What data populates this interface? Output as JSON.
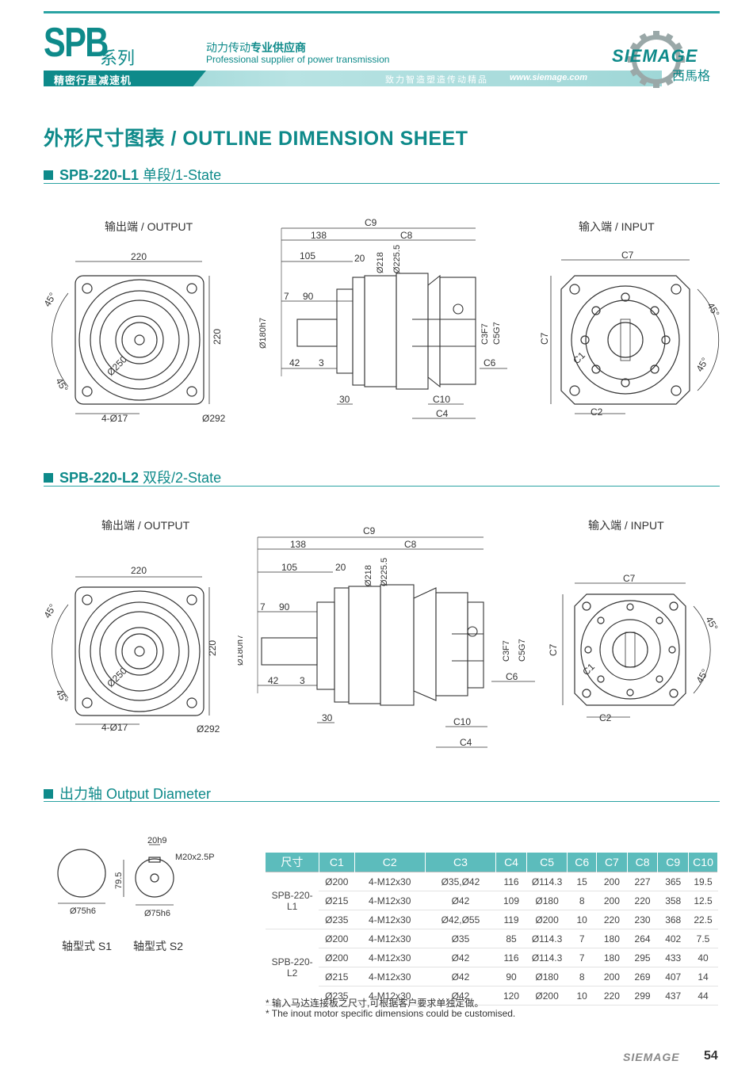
{
  "header": {
    "series_code": "SPB",
    "series_word": "系列",
    "subtitle": "精密行星减速机",
    "tagline_cn_a": "动力传动",
    "tagline_cn_b": "专业供应商",
    "tagline_en": "Professional supplier of power transmission",
    "slogan": "致力智造塑造传动精品",
    "website": "www.siemage.com",
    "brand": "SIEMAGE",
    "brand_cn": "西馬格"
  },
  "main_title": "外形尺寸图表 / OUTLINE DIMENSION SHEET",
  "section1": {
    "code": "SPB-220-L1",
    "label": " 单段/1-State"
  },
  "section2": {
    "code": "SPB-220-L2",
    "label": " 双段/2-State"
  },
  "section3": {
    "label": "出力轴 Output Diameter"
  },
  "drawing_labels": {
    "output": "输出端 / OUTPUT",
    "input": "输入端 / INPUT",
    "d220": "220",
    "d45": "45°",
    "d250": "Ø250",
    "d417": "4-Ø17",
    "d292": "Ø292",
    "c9": "C9",
    "c8": "C8",
    "d138": "138",
    "d105": "105",
    "d20": "20",
    "d218": "Ø218",
    "d2255": "Ø225.5",
    "d7": "7",
    "d90": "90",
    "d180": "Ø180h7",
    "d42": "42",
    "d3": "3",
    "d30": "30",
    "c10": "C10",
    "c4": "C4",
    "c3": "C3F7",
    "c5": "C5G7",
    "c6": "C6",
    "c7": "C7",
    "c1": "C1",
    "c2": "C2"
  },
  "shaft": {
    "s1_dia": "Ø75h6",
    "s2_dia": "Ø75h6",
    "s2_key": "20h9",
    "s2_thread": "M20x2.5P",
    "s2_height": "79.5",
    "s1_label": "轴型式 S1",
    "s2_label": "轴型式 S2"
  },
  "table": {
    "headers": [
      "尺寸",
      "C1",
      "C2",
      "C3",
      "C4",
      "C5",
      "C6",
      "C7",
      "C8",
      "C9",
      "C10"
    ],
    "groups": [
      {
        "model": "SPB-220-L1",
        "rows": [
          [
            "Ø200",
            "4-M12x30",
            "Ø35,Ø42",
            "116",
            "Ø114.3",
            "15",
            "200",
            "227",
            "365",
            "19.5"
          ],
          [
            "Ø215",
            "4-M12x30",
            "Ø42",
            "109",
            "Ø180",
            "8",
            "200",
            "220",
            "358",
            "12.5"
          ],
          [
            "Ø235",
            "4-M12x30",
            "Ø42,Ø55",
            "119",
            "Ø200",
            "10",
            "220",
            "230",
            "368",
            "22.5"
          ]
        ]
      },
      {
        "model": "SPB-220-L2",
        "rows": [
          [
            "Ø200",
            "4-M12x30",
            "Ø35",
            "85",
            "Ø114.3",
            "7",
            "180",
            "264",
            "402",
            "7.5"
          ],
          [
            "Ø200",
            "4-M12x30",
            "Ø42",
            "116",
            "Ø114.3",
            "7",
            "180",
            "295",
            "433",
            "40"
          ],
          [
            "Ø215",
            "4-M12x30",
            "Ø42",
            "90",
            "Ø180",
            "8",
            "200",
            "269",
            "407",
            "14"
          ],
          [
            "Ø235",
            "4-M12x30",
            "Ø42",
            "120",
            "Ø200",
            "10",
            "220",
            "299",
            "437",
            "44"
          ]
        ]
      }
    ]
  },
  "notes": {
    "cn": "* 输入马达连接板之尺寸,可根据客户要求单独定做。",
    "en": "* The inout motor  specific dimensions could be customised."
  },
  "footer": {
    "brand": "SIEMAGE",
    "page": "54"
  },
  "colors": {
    "teal": "#0e8a8a",
    "teal_light": "#5cbcbc",
    "line": "#333333"
  }
}
